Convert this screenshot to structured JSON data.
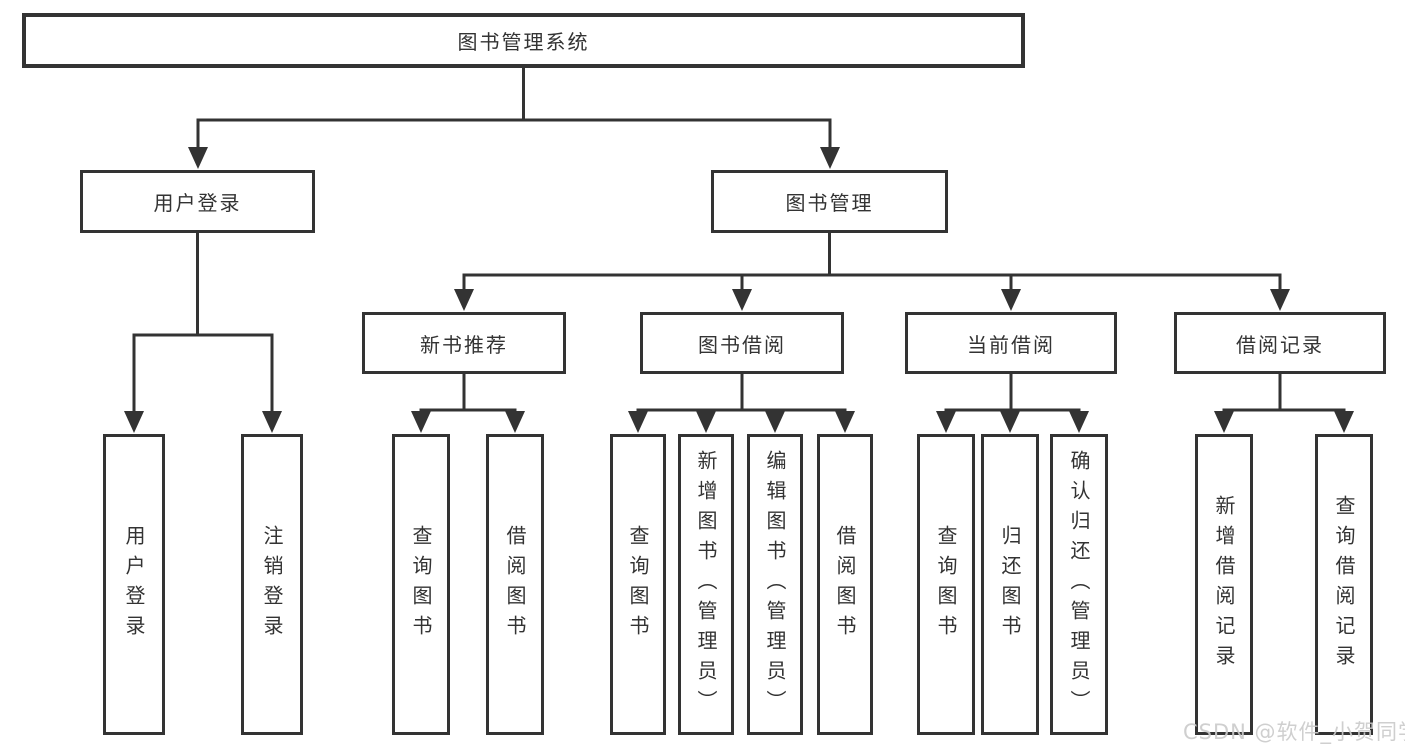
{
  "nodes": {
    "root": "图书管理系统",
    "login": "用户登录",
    "mgmt": "图书管理",
    "login_user": "用户登录",
    "login_logout": "注销登录",
    "newbook": "新书推荐",
    "borrow": "图书借阅",
    "current": "当前借阅",
    "records": "借阅记录",
    "nb_query": "查询图书",
    "nb_borrow": "借阅图书",
    "bw_query": "查询图书",
    "bw_add": "新增图书（管理员）",
    "bw_edit": "编辑图书（管理员）",
    "bw_borrow": "借阅图书",
    "cb_query": "查询图书",
    "cb_return": "归还图书",
    "cb_confirm": "确认归还（管理员）",
    "rc_add": "新增借阅记录",
    "rc_query": "查询借阅记录"
  },
  "watermark": "CSDN @软件_小贺同学",
  "colors": {
    "line": "#333333",
    "box_border": "#333333",
    "text": "#333333",
    "watermark": "#cbcbcb",
    "background": "#ffffff"
  }
}
